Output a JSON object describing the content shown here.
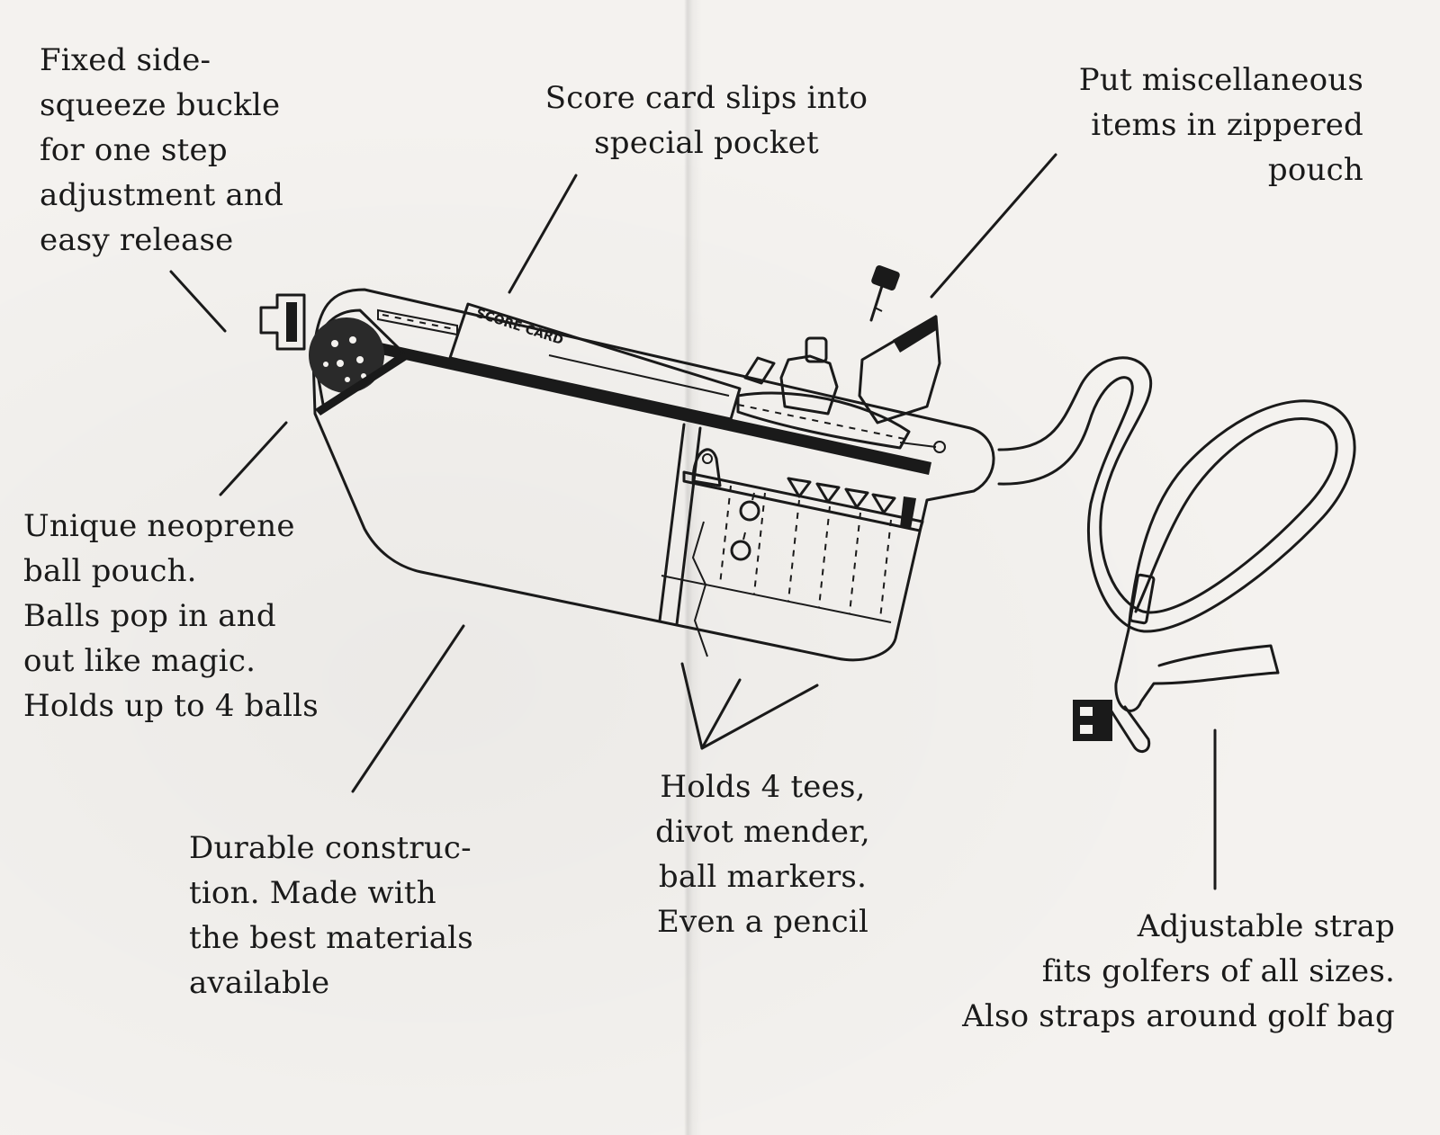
{
  "diagram": {
    "callouts": {
      "buckle": "Fixed side-\nsqueeze buckle\nfor one step\nadjustment and\neasy release",
      "score_card": "Score card slips into\nspecial pocket",
      "zippered_pouch": "Put miscellaneous\nitems in zippered\npouch",
      "ball_pouch": "Unique neoprene\nball pouch.\nBalls pop in and\nout like magic.\nHolds up to 4 balls",
      "construction": "Durable construc-\ntion.  Made with\nthe best materials\navailable",
      "tees": "Holds 4 tees,\ndivot mender,\nball markers.\nEven a pencil",
      "strap": "Adjustable strap\nfits golfers of all sizes.\nAlso straps around golf bag"
    },
    "drawing_text": {
      "score_card_label": "SCORE CARD"
    }
  }
}
